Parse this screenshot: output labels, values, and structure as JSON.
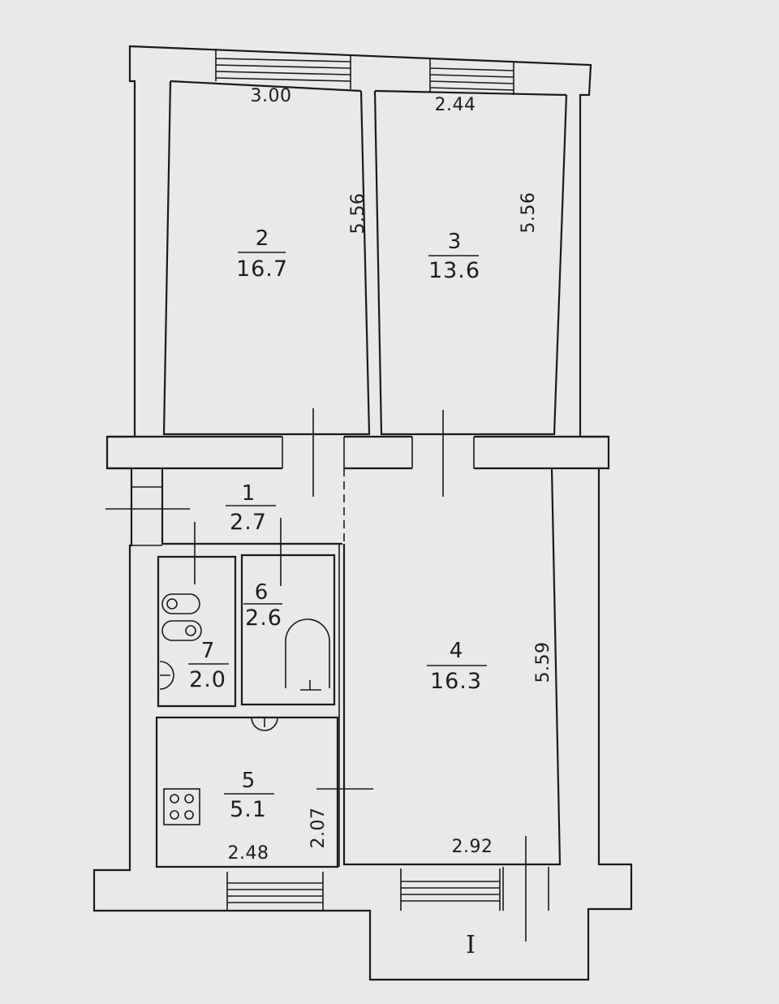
{
  "rooms": [
    {
      "number": "1",
      "area": "2.7"
    },
    {
      "number": "2",
      "area": "16.7"
    },
    {
      "number": "3",
      "area": "13.6"
    },
    {
      "number": "4",
      "area": "16.3"
    },
    {
      "number": "5",
      "area": "5.1"
    },
    {
      "number": "6",
      "area": "2.6"
    },
    {
      "number": "7",
      "area": "2.0"
    }
  ],
  "dimensions": {
    "room2_width": "3.00",
    "room2_length": "5.56",
    "room3_width": "2.44",
    "room3_length": "5.56",
    "room4_length": "5.59",
    "room4_width": "2.92",
    "room5_width": "2.48",
    "room5_length": "2.07"
  },
  "balcony_label": "I"
}
